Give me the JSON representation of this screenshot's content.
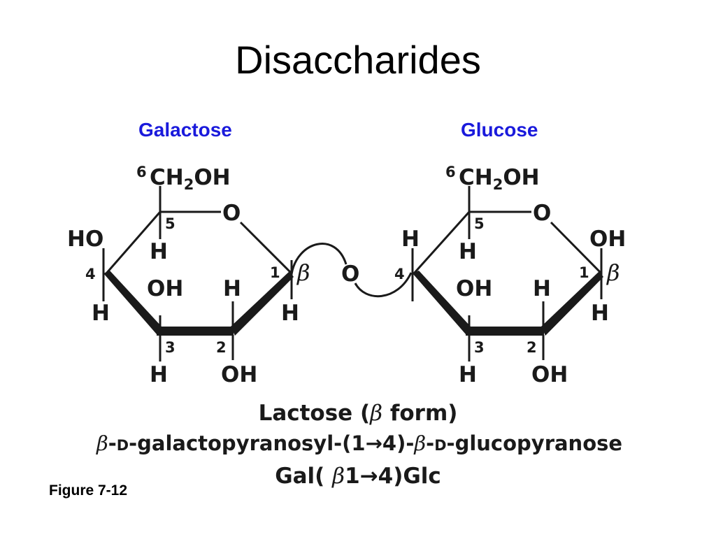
{
  "title": "Disaccharides",
  "labels": {
    "galactose": "Galactose",
    "glucose": "Glucose",
    "label_color": "#1a1adc"
  },
  "atoms": {
    "ch2": "CH",
    "sub2": "2",
    "oh": "OH",
    "o": "O",
    "h": "H",
    "ho": "HO",
    "c6": "6",
    "c5": "5",
    "c4": "4",
    "c3": "3",
    "c2": "2",
    "c1": "1",
    "beta": "β"
  },
  "caption": {
    "lactose_prefix": "Lactose  (",
    "beta": "β",
    "lactose_suffix": " form)",
    "systematic_d": "D",
    "systematic_mid1": "-galactopyranosyl-(1",
    "arrow": "→",
    "systematic_mid2": "4)-",
    "systematic_end": "-glucopyranose",
    "short_prefix": "Gal( ",
    "short_one": "1",
    "short_suffix": "4)Glc"
  },
  "figure_label": "Figure 7-12"
}
